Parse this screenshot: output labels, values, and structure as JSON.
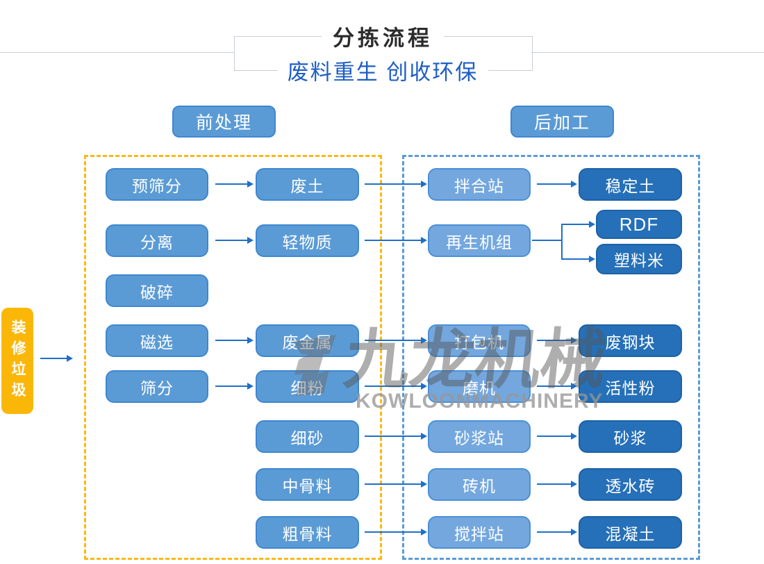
{
  "header": {
    "title": "分拣流程",
    "subtitle": "废料重生 创收环保"
  },
  "sections": {
    "pre": "前处理",
    "post": "后加工"
  },
  "source": {
    "label": "装修垃圾"
  },
  "process": {
    "col1": [
      "预筛分",
      "分离",
      "破碎",
      "磁选",
      "筛分"
    ],
    "col2": [
      "废土",
      "轻物质",
      "废金属",
      "细粉",
      "细砂",
      "中骨料",
      "粗骨料"
    ],
    "col3": [
      "拌合站",
      "再生机组",
      "打包机",
      "磨机",
      "砂浆站",
      "砖机",
      "搅拌站"
    ],
    "col4": [
      "稳定土",
      "RDF",
      "塑料米",
      "废钢块",
      "活性粉",
      "砂浆",
      "透水砖",
      "混凝土"
    ]
  },
  "edges": [
    {
      "from": "装修垃圾",
      "to": "前处理"
    },
    {
      "from": "预筛分",
      "to": "废土"
    },
    {
      "from": "废土",
      "to": "拌合站"
    },
    {
      "from": "拌合站",
      "to": "稳定土"
    },
    {
      "from": "分离",
      "to": "轻物质"
    },
    {
      "from": "轻物质",
      "to": "再生机组"
    },
    {
      "from": "再生机组",
      "to": "RDF"
    },
    {
      "from": "再生机组",
      "to": "塑料米"
    },
    {
      "from": "磁选",
      "to": "废金属"
    },
    {
      "from": "废金属",
      "to": "打包机"
    },
    {
      "from": "打包机",
      "to": "废钢块"
    },
    {
      "from": "筛分",
      "to": "细粉"
    },
    {
      "from": "细粉",
      "to": "磨机"
    },
    {
      "from": "磨机",
      "to": "活性粉"
    },
    {
      "from": "细砂",
      "to": "砂浆站"
    },
    {
      "from": "砂浆站",
      "to": "砂浆"
    },
    {
      "from": "中骨料",
      "to": "砖机"
    },
    {
      "from": "砖机",
      "to": "透水砖"
    },
    {
      "from": "粗骨料",
      "to": "搅拌站"
    },
    {
      "from": "搅拌站",
      "to": "混凝土"
    }
  ],
  "watermark": {
    "cn": "九龙机械",
    "en": "KOWLOONMACHINERY"
  },
  "colors": {
    "node_mid": "#5b9bd5",
    "node_light": "#74a7de",
    "node_dark": "#2570b8",
    "source_yellow": "#fbb708",
    "dashed_yellow": "#fcb813",
    "dashed_blue": "#5b9bd5",
    "arrow_blue": "#1e6fc8",
    "subtitle_blue": "#1e5ec4",
    "title_black": "#2b2b2b"
  }
}
